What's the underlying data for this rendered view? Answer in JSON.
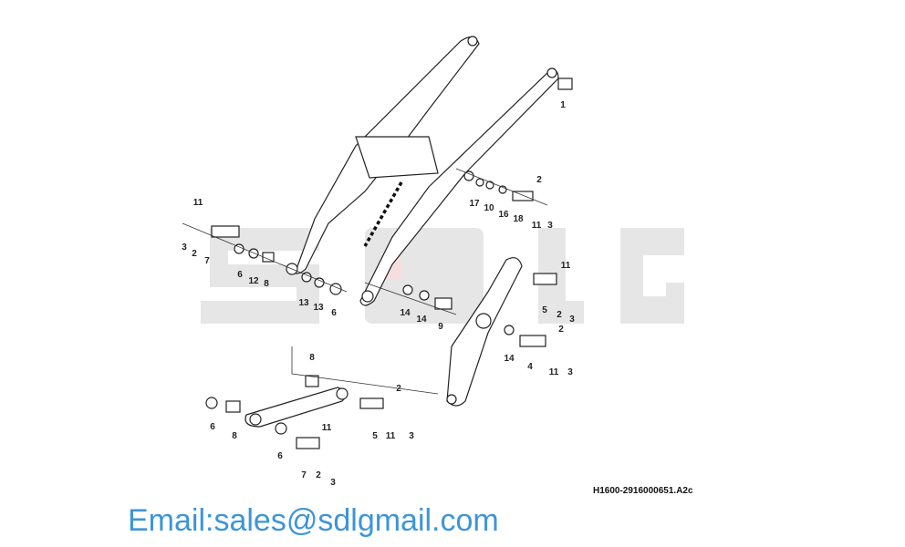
{
  "diagram": {
    "background_logo": "SDLG",
    "watermark": "Email:sales@sdlgmail.com",
    "drawing_number": "H1600-2916000651.A2c",
    "callouts": [
      "1",
      "2",
      "17",
      "10",
      "16",
      "18",
      "11",
      "3",
      "11",
      "3",
      "2",
      "7",
      "6",
      "12",
      "8",
      "13",
      "13",
      "6",
      "14",
      "14",
      "9",
      "11",
      "5",
      "2",
      "3",
      "2",
      "14",
      "4",
      "11",
      "3",
      "8",
      "2",
      "5",
      "11",
      "3",
      "6",
      "8",
      "6",
      "11",
      "7",
      "2",
      "3"
    ],
    "colors": {
      "logo": "#e4e4e4",
      "watermark": "#3d95d8",
      "line": "#222222"
    }
  }
}
